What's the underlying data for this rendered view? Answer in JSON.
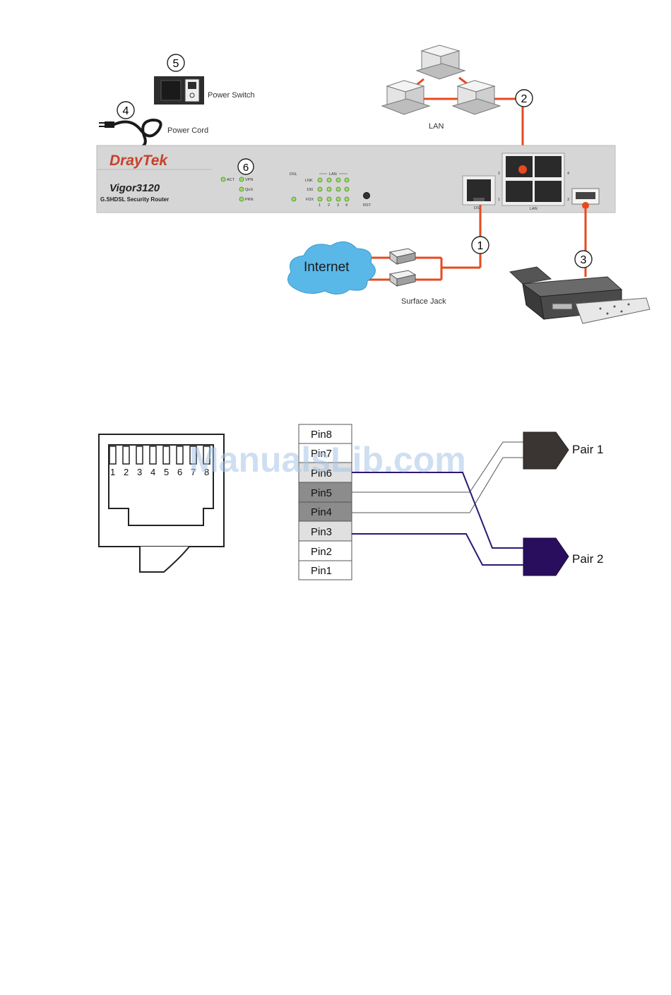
{
  "callouts": {
    "c1": "1",
    "c2": "2",
    "c3": "3",
    "c4": "4",
    "c5": "5",
    "c6": "6"
  },
  "labels": {
    "power_switch": "Power Switch",
    "power_cord": "Power Cord",
    "lan": "LAN",
    "internet": "Internet",
    "surface_jack": "Surface Jack"
  },
  "router": {
    "brand_dray": "Dray",
    "brand_tek": "Tek",
    "model": "Vigor3120",
    "description": "G.SHDSL Security Router",
    "leds": {
      "act": "ACT",
      "vpn": "VPN",
      "qos": "QoS",
      "prn": "PRN",
      "dsl": "DSL",
      "lan_group": "LAN",
      "lnk": "LNK",
      "speed": "100",
      "fdx": "FDX",
      "ports": [
        "1",
        "2",
        "3",
        "4"
      ]
    },
    "rst": "RST",
    "dsl_port": "DSL",
    "lan_port_group": "LAN",
    "lan_port_numbers": [
      "2",
      "4",
      "1",
      "3"
    ]
  },
  "pinout": {
    "connector_numbers": [
      "1",
      "2",
      "3",
      "4",
      "5",
      "6",
      "7",
      "8"
    ],
    "pins": [
      "Pin8",
      "Pin7",
      "Pin6",
      "Pin5",
      "Pin4",
      "Pin3",
      "Pin2",
      "Pin1"
    ],
    "pair1": "Pair 1",
    "pair2": "Pair 2"
  },
  "watermark": "ManualsLib.com",
  "colors": {
    "line_orange": "#e64a1e",
    "pair1_fill": "#3a3433",
    "pair2_fill": "#2a0e5e",
    "pair2_wire": "#2e1773",
    "router_panel": "#d4d4d4",
    "brand_red": "#c8402a",
    "internet_cloud": "#5ab8e8"
  }
}
